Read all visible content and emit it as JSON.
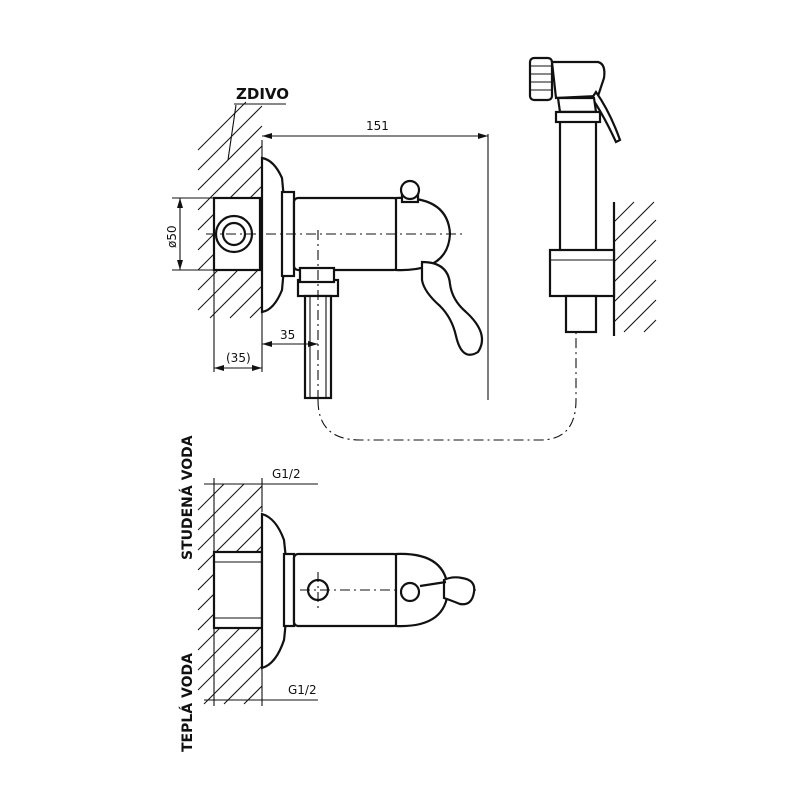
{
  "labels": {
    "wall": "ZDIVO",
    "dim_length": "151",
    "dim_diameter": "ø50",
    "dim_offset": "35",
    "dim_depth": "(35)",
    "thread_top": "G1/2",
    "thread_bottom": "G1/2",
    "cold_water": "STUDENÁ VODA",
    "hot_water": "TEPLÁ VODA"
  }
}
